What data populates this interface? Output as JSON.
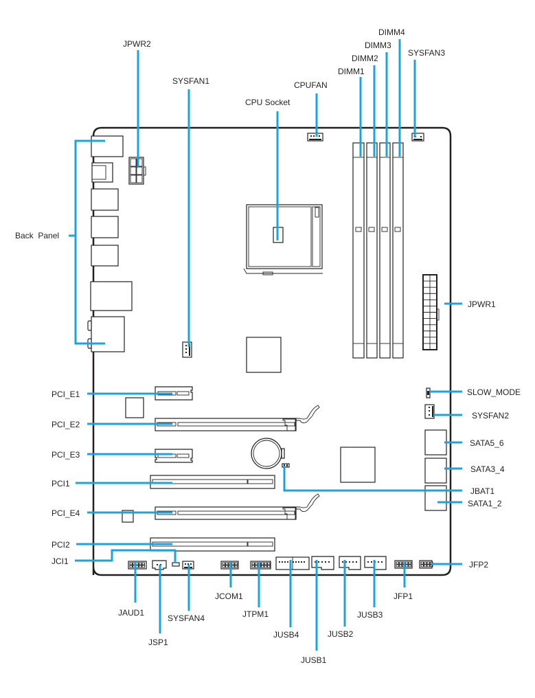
{
  "diagram": {
    "title": "Motherboard layout",
    "leader_color": "#1aa3dc",
    "outline_color": "#231f20",
    "labels": {
      "jpwr2": "JPWR2",
      "sysfan1": "SYSFAN1",
      "cpu_socket": "CPU Socket",
      "cpufan": "CPUFAN",
      "dimm1": "DIMM1",
      "dimm2": "DIMM2",
      "dimm3": "DIMM3",
      "dimm4": "DIMM4",
      "sysfan3": "SYSFAN3",
      "back_panel": "Back  Panel",
      "jpwr1": "JPWR1",
      "slow_mode": "SLOW_MODE",
      "sysfan2": "SYSFAN2",
      "sata5_6": "SATA5_6",
      "sata3_4": "SATA3_4",
      "jbat1": "JBAT1",
      "sata1_2": "SATA1_2",
      "pci_e1": "PCI_E1",
      "pci_e2": "PCI_E2",
      "pci_e3": "PCI_E3",
      "pci1": "PCI1",
      "pci_e4": "PCI_E4",
      "pci2": "PCI2",
      "jci1": "JCI1",
      "jfp2": "JFP2",
      "jaud1": "JAUD1",
      "jsp1": "JSP1",
      "sysfan4": "SYSFAN4",
      "jcom1": "JCOM1",
      "jtpm1": "JTPM1",
      "jusb4": "JUSB4",
      "jusb1": "JUSB1",
      "jusb2": "JUSB2",
      "jusb3": "JUSB3",
      "jfp1": "JFP1"
    }
  }
}
